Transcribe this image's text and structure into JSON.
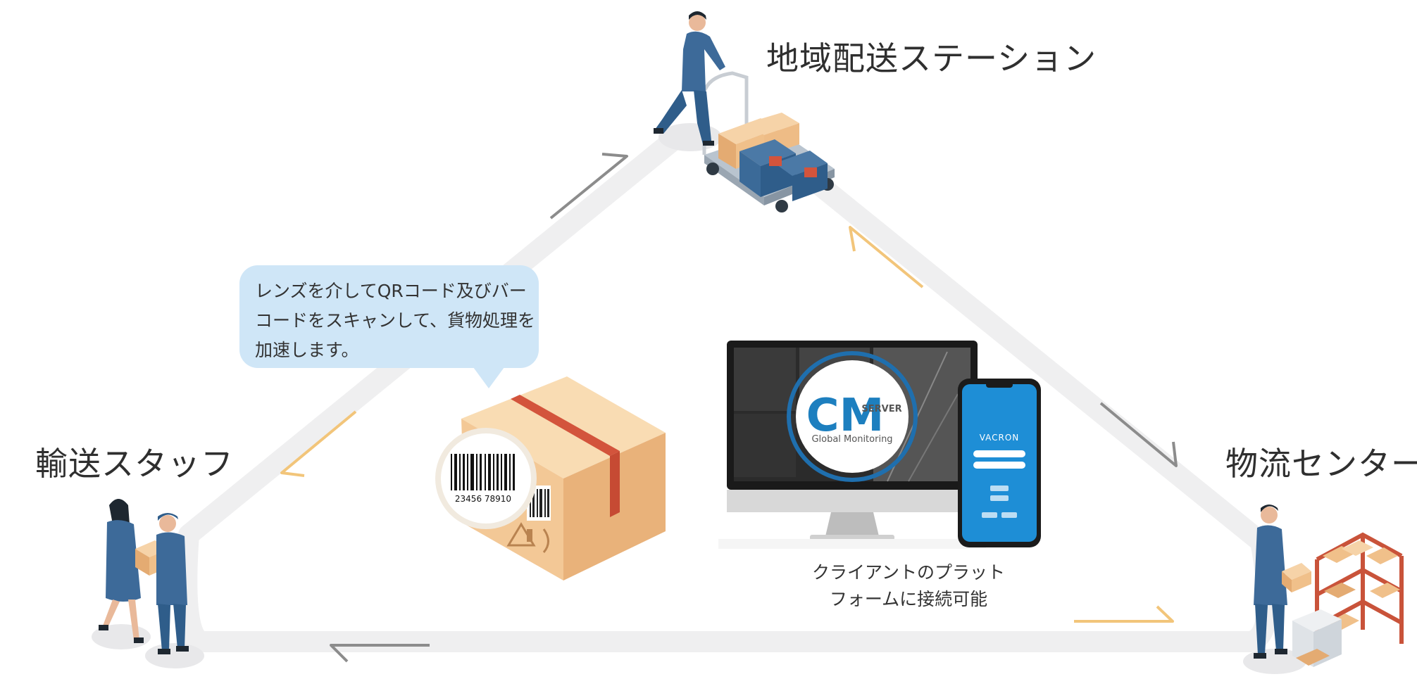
{
  "nodes": {
    "station": "地域配送ステーション",
    "staff": "輸送スタッフ",
    "center": "物流センター"
  },
  "bubble": {
    "line1": "レンズを介してQRコード及びバー",
    "line2": "コードをスキャンして、貨物処理を",
    "line3": "加速します。"
  },
  "barcode": {
    "number": "23456 78910"
  },
  "monitor": {
    "logo_letters": "CM",
    "logo_server": "SERVER",
    "logo_subtitle": "Global Monitoring"
  },
  "phone": {
    "brand": "VACRON"
  },
  "caption": {
    "line1": "クライアントのプラット",
    "line2": "フォームに接続可能"
  },
  "colors": {
    "track": "#efeff0",
    "arrow_gray": "#8c8c8c",
    "arrow_gold": "#f2c57a",
    "bubble": "#cfe6f7",
    "worker_blue": "#3d6a99",
    "box_tan": "#f3c896",
    "tape_red": "#d3543c",
    "screen_blue": "#1e8ed6"
  }
}
